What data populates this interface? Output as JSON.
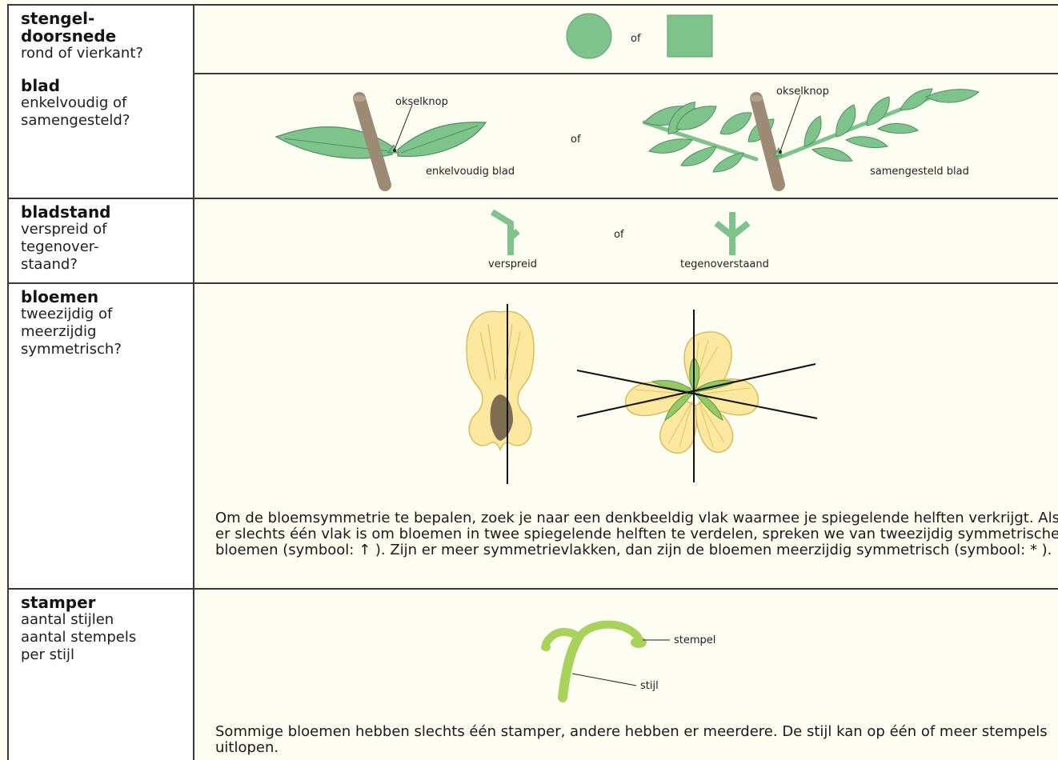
{
  "colors": {
    "leaf_green": "#7ec38c",
    "stem_brown": "#9c8a74",
    "petal_yellow": "#fce89e",
    "petal_line": "#d9bd5c",
    "pistil_green": "#a8d25a",
    "background": "#fdfdf2"
  },
  "rows": {
    "stengel": {
      "title": "stengel-\ndoorsnede",
      "subtitle": "rond of vierkant?",
      "of_label": "of"
    },
    "blad": {
      "title": "blad",
      "subtitle": "enkelvoudig of\nsamengesteld?",
      "okselknop_left": "okselknop",
      "okselknop_right": "okselknop",
      "enkelvoudig_label": "enkelvoudig blad",
      "samengesteld_label": "samengesteld blad",
      "of_label": "of"
    },
    "bladstand": {
      "title": "bladstand",
      "subtitle": "verspreid of\ntegenover-\nstaand?",
      "verspreid_label": "verspreid",
      "tegenoverstaand_label": "tegenoverstaand",
      "of_label": "of"
    },
    "bloemen": {
      "title": "bloemen",
      "subtitle": "tweezijdig of\nmeerzijdig\nsymmetrisch?",
      "paragraph": "Om de bloemsymmetrie te bepalen, zoek je naar een denkbeeldig vlak waarmee je spiegelende helften verkrijgt. Als er slechts één vlak is om bloemen in twee spiegelende helften te verdelen, spreken we van tweezijdig symmetrische bloemen (symbool: ↑ ). Zijn er meer symmetrievlakken, dan zijn de bloemen meerzijdig symmetrisch (symbool: * )."
    },
    "stamper": {
      "title": "stamper",
      "subtitle": "aantal stijlen\naantal stempels\nper stijl",
      "stempel_label": "stempel",
      "stijl_label": "stijl",
      "paragraph": "Sommige bloemen hebben slechts één stamper, andere hebben er meerdere. De stijl kan op één of meer stempels uitlopen."
    }
  }
}
